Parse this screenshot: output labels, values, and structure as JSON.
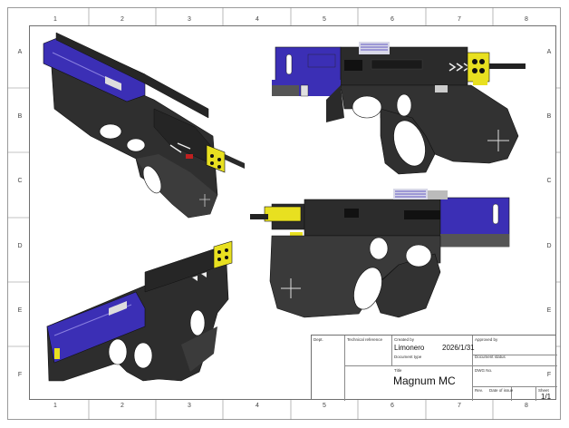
{
  "zones": {
    "columns": [
      "1",
      "2",
      "3",
      "4",
      "5",
      "6",
      "7",
      "8"
    ],
    "rows": [
      "A",
      "B",
      "C",
      "D",
      "E",
      "F"
    ]
  },
  "title_block": {
    "dept_label": "Dept.",
    "tech_ref_label": "Technical reference",
    "created_by_label": "Created by",
    "created_by": "Limonero",
    "date": "2026/1/31",
    "approved_by_label": "Approved by",
    "doc_type_label": "Document type",
    "doc_status_label": "Document status",
    "title_label": "Title",
    "title": "Magnum MC",
    "dwg_no_label": "DWG No.",
    "rev_label": "Rev.",
    "issue_date_label": "Date of issue",
    "sheet_label": "Sheet",
    "sheet": "1/1"
  },
  "colors": {
    "frame_dark": "#2f2f2f",
    "slide_blue": "#3b2fb5",
    "accent_yellow": "#e8e020",
    "grip_grey": "#3a3a3a"
  }
}
